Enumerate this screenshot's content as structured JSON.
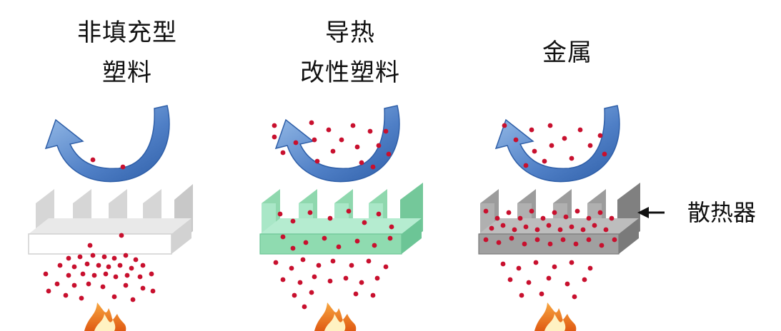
{
  "panels": [
    {
      "title_lines": [
        "非填充型",
        "塑料"
      ],
      "heatsink_color": "#ffffff",
      "fin_color": "#dcdcdc",
      "side_color": "#cfcfcf"
    },
    {
      "title_lines": [
        "导热",
        "改性塑料"
      ],
      "heatsink_color": "#8fdbb0",
      "fin_color": "#a6e6c3",
      "side_color": "#6cc596"
    },
    {
      "title_lines": [
        "金属"
      ],
      "heatsink_color": "#a0a0a0",
      "fin_color": "#b4b4b4",
      "side_color": "#7a7a7a"
    }
  ],
  "label": {
    "heatsink": "散热器"
  },
  "colors": {
    "arrow_dark": "#2f5fa8",
    "arrow_light": "#9cc0ea",
    "particle": "#c8102e",
    "flame_outer": "#f08a1c",
    "flame_inner": "#fff2c2"
  }
}
